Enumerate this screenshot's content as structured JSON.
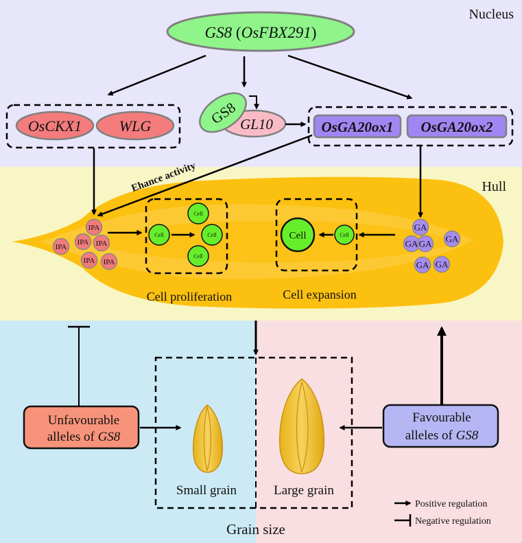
{
  "regions": {
    "nucleus": {
      "label": "Nucleus",
      "color": "#e8e6fb"
    },
    "hull": {
      "label": "Hull",
      "color": "#f8f6c4"
    },
    "grain_left_color": "#cbeaf6",
    "grain_right_color": "#f9dfe2",
    "grain_size_label": "Grain size"
  },
  "nodes": {
    "gs8_main": {
      "gene": "GS8",
      "paren_open": " (",
      "alias": "OsFBX291",
      "paren_close": ")",
      "color": "#8ff58a"
    },
    "oscx1": {
      "label": "OsCKX1",
      "color": "#f47c7c"
    },
    "wlg": {
      "label": "WLG",
      "color": "#f47c7c"
    },
    "gs8_small": {
      "label": "GS8",
      "color": "#8ff58a"
    },
    "gl10": {
      "label": "GL10",
      "color": "#f9bcc6"
    },
    "osga20ox1": {
      "label": "OsGA20ox1",
      "color": "#a086f2"
    },
    "osga20ox2": {
      "label": "OsGA20ox2",
      "color": "#a086f2"
    }
  },
  "edge_labels": {
    "enhance": "Ehance activity"
  },
  "molecules": {
    "ipa": {
      "label": "IPA",
      "count": 6,
      "color": "#f27b7b"
    },
    "ga": {
      "label": "GA",
      "count": 6,
      "color": "#a88cf0"
    }
  },
  "cells": {
    "label": "Cell",
    "color": "#66ee2a"
  },
  "process_labels": {
    "proliferation": "Cell proliferation",
    "expansion": "Cell expansion"
  },
  "grain": {
    "small": "Small grain",
    "large": "Large grain"
  },
  "alleles": {
    "unfavourable": {
      "line1": "Unfavourable",
      "line2": "alleles of ",
      "gene": "GS8",
      "color": "#f7937a"
    },
    "favourable": {
      "line1": "Favourable",
      "line2": "alleles of ",
      "gene": "GS8",
      "color": "#b7b6f4"
    }
  },
  "legend": {
    "positive": "Positive regulation",
    "negative": "Negative regulation"
  }
}
